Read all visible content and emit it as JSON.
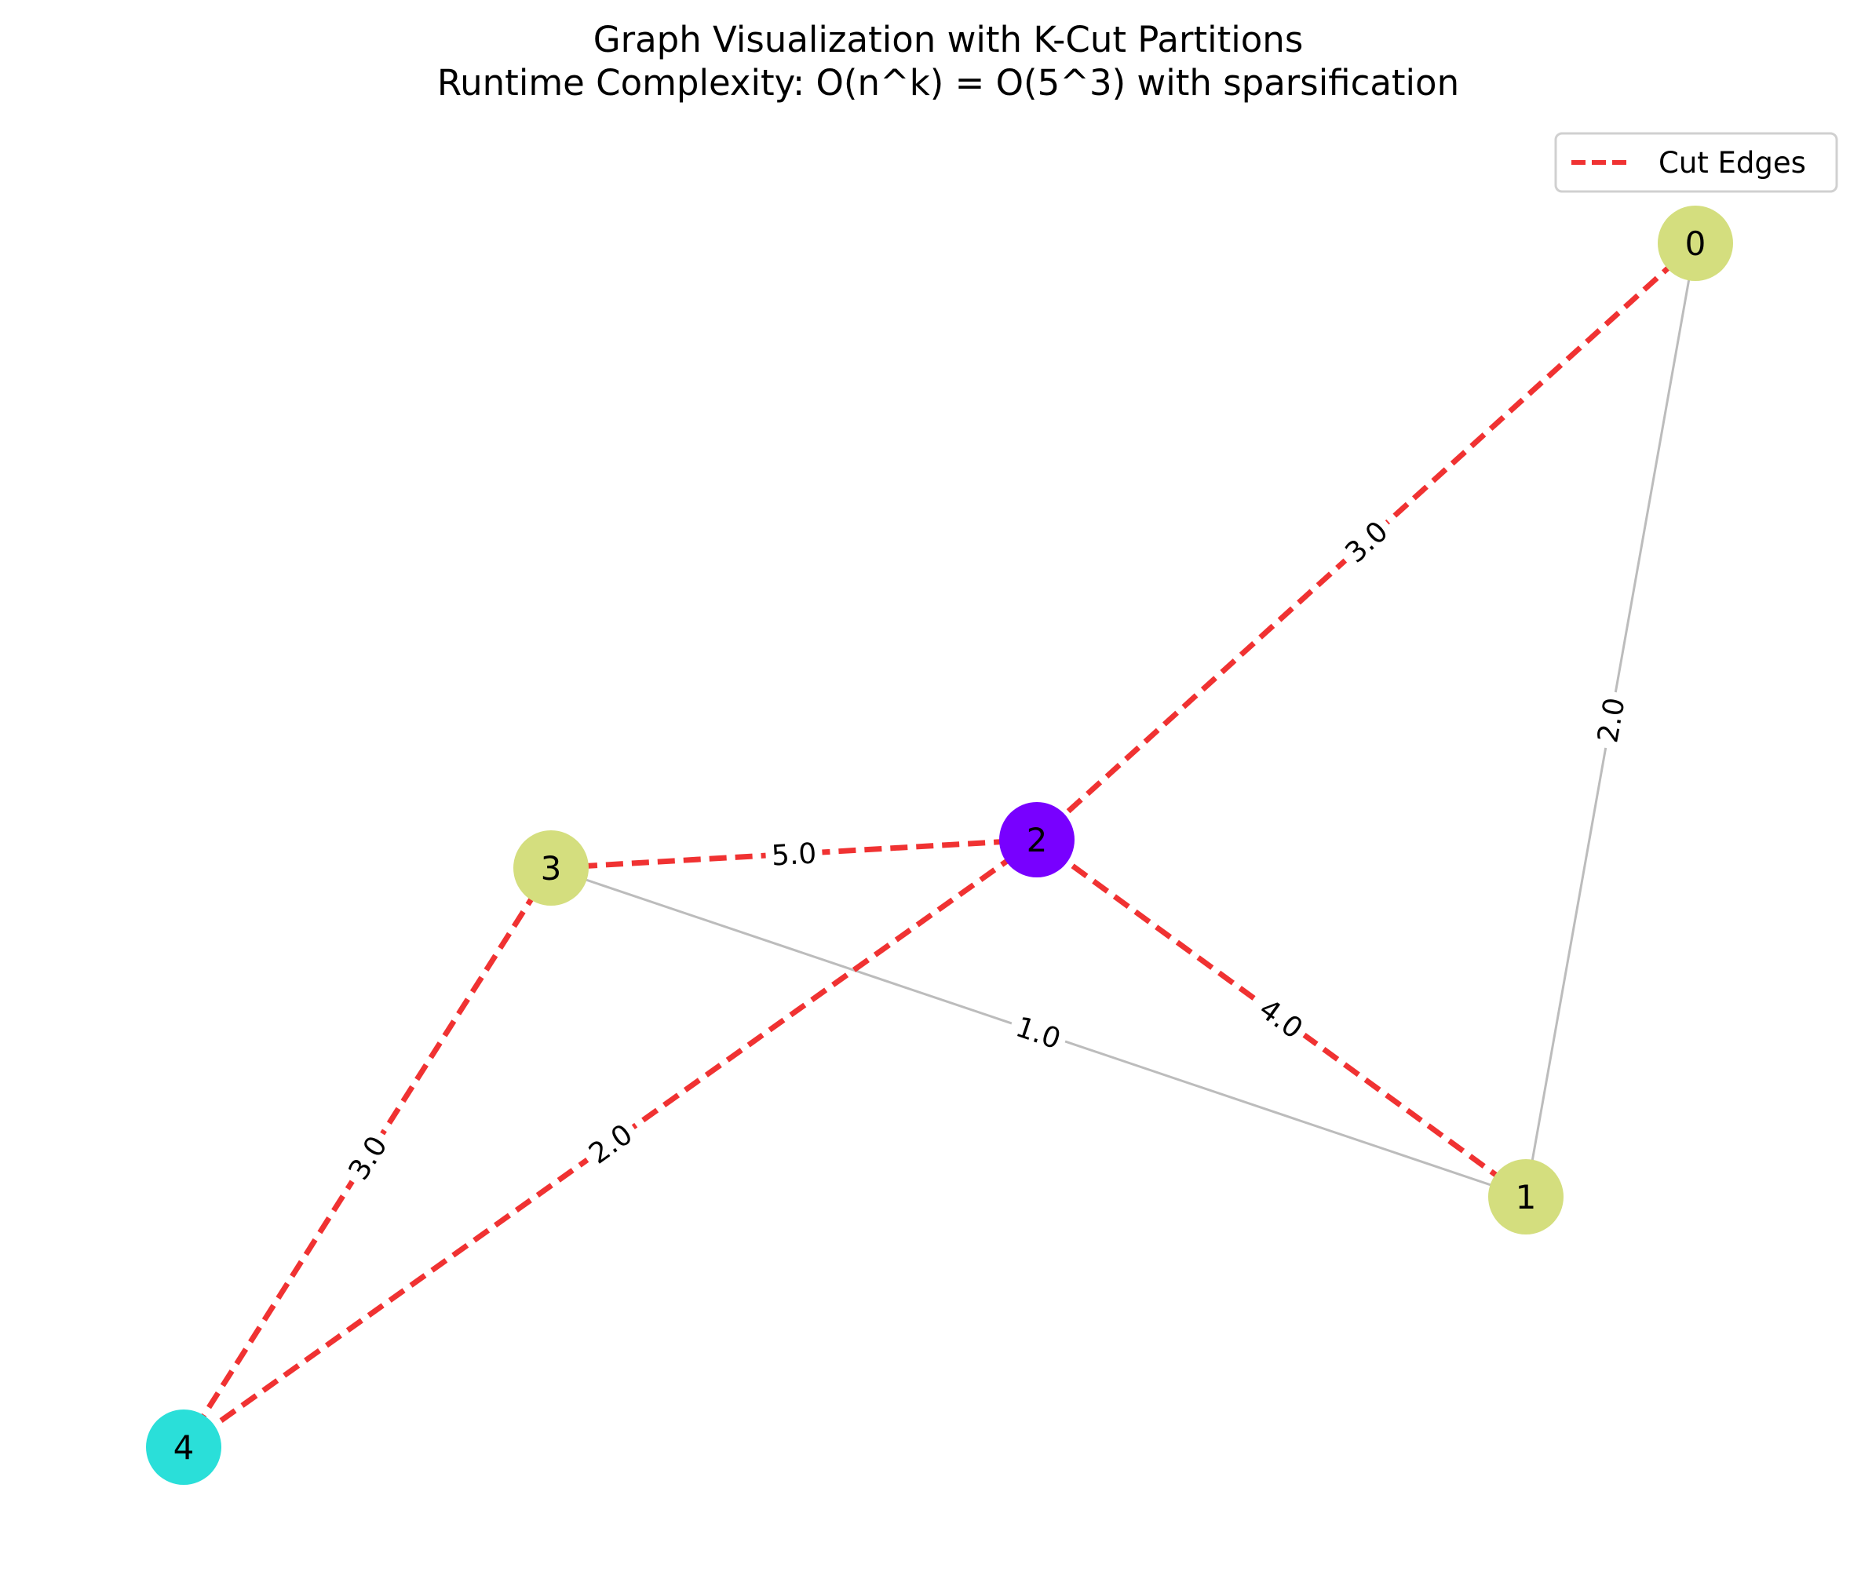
{
  "title": {
    "line1": "Graph Visualization with K-Cut Partitions",
    "line2": "Runtime Complexity: O(n^k) = O(5^3) with sparsification"
  },
  "legend": {
    "label": "Cut Edges",
    "placement": "top-right"
  },
  "colors": {
    "cut_edge": "#f03232",
    "normal_edge": "#bcbcbc",
    "partition_a": "#d4de7e",
    "partition_b": "#7800ff",
    "partition_c": "#2adfd9"
  },
  "nodes": [
    {
      "id": "0",
      "label": "0",
      "partition": "partition_a"
    },
    {
      "id": "1",
      "label": "1",
      "partition": "partition_a"
    },
    {
      "id": "2",
      "label": "2",
      "partition": "partition_b"
    },
    {
      "id": "3",
      "label": "3",
      "partition": "partition_a"
    },
    {
      "id": "4",
      "label": "4",
      "partition": "partition_c"
    }
  ],
  "edges": [
    {
      "from": "0",
      "to": "1",
      "weight": "2.0",
      "cut": false
    },
    {
      "from": "0",
      "to": "2",
      "weight": "3.0",
      "cut": true
    },
    {
      "from": "1",
      "to": "2",
      "weight": "4.0",
      "cut": true
    },
    {
      "from": "1",
      "to": "3",
      "weight": "1.0",
      "cut": false
    },
    {
      "from": "2",
      "to": "3",
      "weight": "5.0",
      "cut": true
    },
    {
      "from": "2",
      "to": "4",
      "weight": "2.0",
      "cut": true
    },
    {
      "from": "3",
      "to": "4",
      "weight": "3.0",
      "cut": true
    }
  ]
}
